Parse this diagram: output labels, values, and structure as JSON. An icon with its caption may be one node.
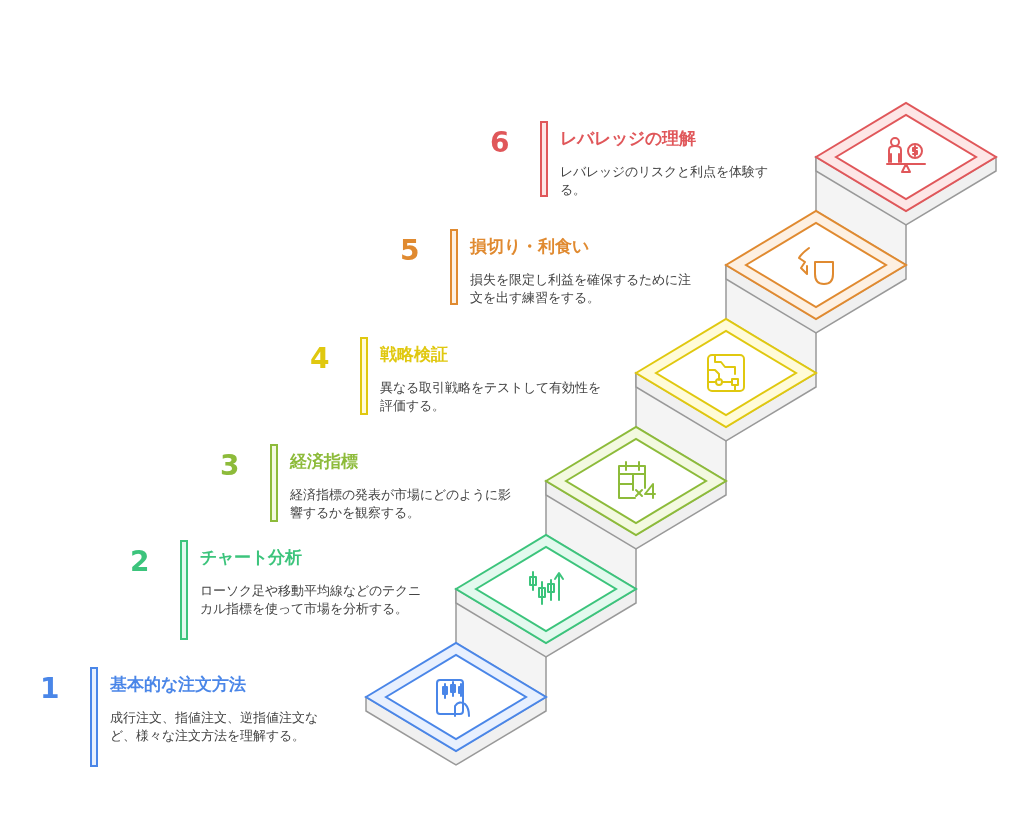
{
  "diagram": {
    "nodes": [
      {
        "text": [
          "基本的な注文方法",
          "成行注文、指値注文、逆指値注文など、様々な注文方法を理解する。"
        ],
        "beside": [
          "1"
        ]
      },
      {
        "text": [
          "チャート分析",
          "ローソク足や移動平均線などのテクニカル指標を使って市場を分析する。"
        ],
        "beside": [
          "2"
        ]
      },
      {
        "text": [
          "経済指標",
          "経済指標の発表が市場にどのように影響するかを観察する。"
        ],
        "beside": [
          "3"
        ]
      },
      {
        "text": [
          "戦略検証",
          "異なる取引戦略をテストして有効性を評価する。"
        ],
        "beside": [
          "4"
        ]
      },
      {
        "text": [
          "損切り・利食い",
          "損失を限定し利益を確保するために注文を出す練習をする。"
        ],
        "beside": [
          "5"
        ]
      },
      {
        "text": [
          "レバレッジの理解",
          "レバレッジのリスクと利点を体験する。"
        ],
        "beside": [
          "6"
        ]
      }
    ]
  }
}
